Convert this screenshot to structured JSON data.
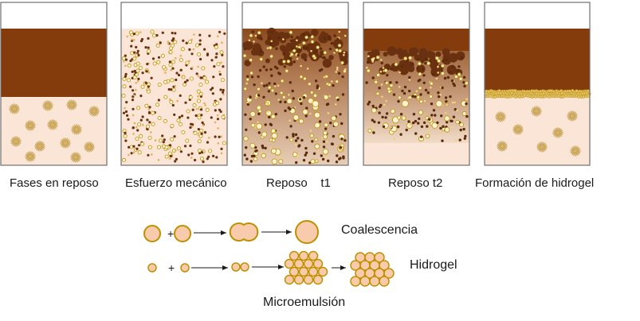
{
  "panels": [
    {
      "label": "Fases en reposo"
    },
    {
      "label": "Esfuerzo mecánico"
    },
    {
      "label": "Reposo    t1"
    },
    {
      "label": "Reposo t2"
    },
    {
      "label": "Formación de hidrogel"
    }
  ],
  "legend": {
    "coalescence_label": "Coalescencia",
    "hydrogel_label": "Hidrogel",
    "microemulsion_label": "Microemulsión",
    "plus_symbol": "+"
  },
  "colors": {
    "oil_phase": "#843c0c",
    "water_phase": "#fbe5d6",
    "droplet_fill": "#f8cbad",
    "droplet_stroke": "#bf9000",
    "gel_bead": "#e6c35a",
    "dark_particle": "#6b3210",
    "outline": "#6f6f6f"
  }
}
